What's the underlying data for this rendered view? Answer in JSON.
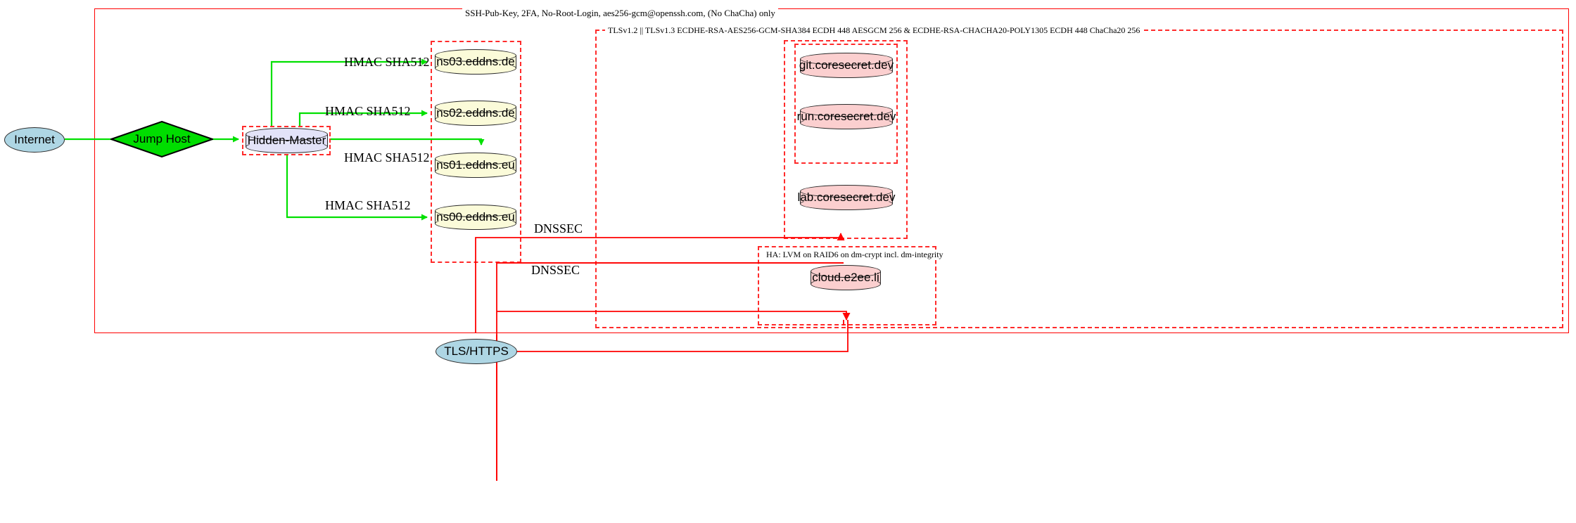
{
  "diagram": {
    "title_label": "SSH-Pub-Key, 2FA, No-Root-Login, aes256-gcm@openssh.com, (No ChaCha) only",
    "tls_cluster_label": "TLSv1.2 || TLSv1.3 ECDHE-RSA-AES256-GCM-SHA384 ECDH 448 AESGCM 256 & ECDHE-RSA-CHACHA20-POLY1305 ECDH 448 ChaCha20 256",
    "ha_cluster_label": "HA: LVM on RAID6 on dm-crypt incl. dm-integrity"
  },
  "nodes": {
    "internet": "Internet",
    "jump_host": "Jump Host",
    "hidden_master": "Hidden-Master",
    "ns03": "ns03.eddns.de",
    "ns02": "ns02.eddns.de",
    "ns01": "ns01.eddns.eu",
    "ns00": "ns00.eddns.eu",
    "git": "git.coresecret.dev",
    "run": "run.coresecret.dev",
    "lab": "lab.coresecret.dev",
    "cloud": "cloud.e2ee.li",
    "tls_https": "TLS/HTTPS"
  },
  "edges": {
    "hmac_ns03": "HMAC SHA512",
    "hmac_ns02": "HMAC SHA512",
    "hmac_ns01": "HMAC SHA512",
    "hmac_ns00": "HMAC SHA512",
    "dnssec_top": "DNSSEC",
    "dnssec_bottom": "DNSSEC"
  },
  "colors": {
    "boundary_red": "#ff0000",
    "cluster_dash_red": "#ff2b2b",
    "flow_green": "#00e000",
    "node_blue": "#aed6e4",
    "node_green": "#00dd00",
    "node_lavender": "#e3e3f8",
    "node_yellow": "#fbfbd9",
    "node_pink": "#fbcfcf"
  }
}
